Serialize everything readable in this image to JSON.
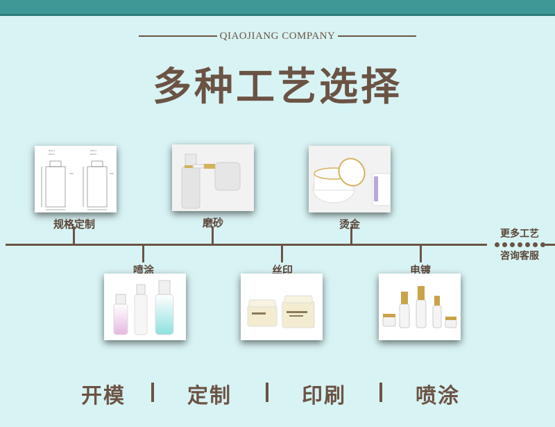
{
  "header": {
    "company": "QIAOJIANG COMPANY",
    "title": "多种工艺选择"
  },
  "processes_top": [
    {
      "label": "规格定制",
      "image": "technical-drawing"
    },
    {
      "label": "磨砂",
      "image": "frosted-dropper-bottles"
    },
    {
      "label": "烫金",
      "image": "gold-rim-cream-jar"
    }
  ],
  "processes_bottom": [
    {
      "label": "喷涂",
      "image": "gradient-spray-bottles"
    },
    {
      "label": "丝印",
      "image": "printed-cream-jars"
    },
    {
      "label": "电镀",
      "image": "plated-cosmetic-set"
    }
  ],
  "more": {
    "line1": "更多工艺",
    "line2": "咨询客服"
  },
  "bottom": [
    "开模",
    "定制",
    "印刷",
    "喷涂"
  ],
  "colors": {
    "background": "#d8f3f4",
    "top_bar": "#3f9896",
    "text": "#6b5344"
  }
}
